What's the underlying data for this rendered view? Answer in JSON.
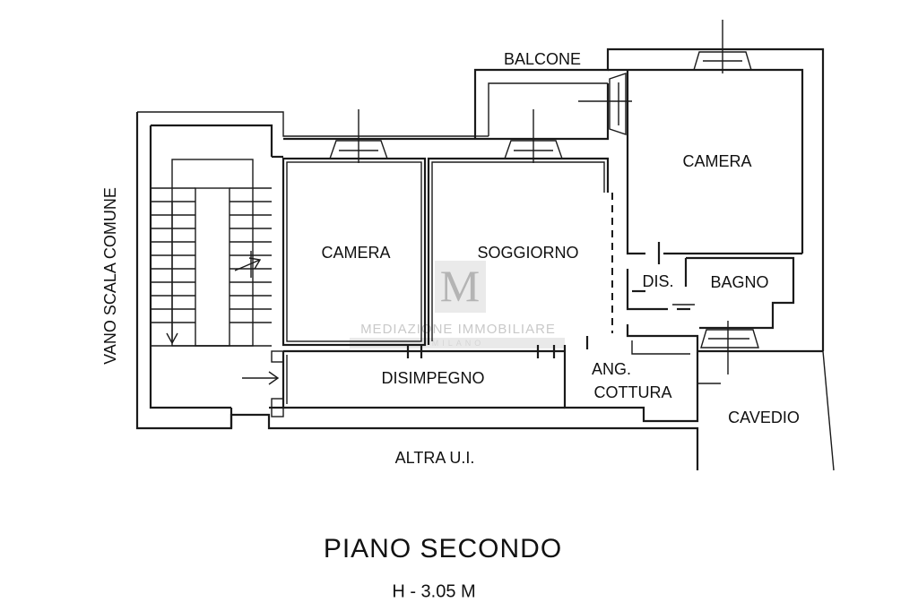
{
  "rooms": {
    "balcone": "BALCONE",
    "camera_left": "CAMERA",
    "soggiorno": "SOGGIORNO",
    "camera_right": "CAMERA",
    "dis": "DIS.",
    "bagno": "BAGNO",
    "disimpegno": "DISIMPEGNO",
    "ang": "ANG.",
    "cottura": "COTTURA",
    "cavedio": "CAVEDIO",
    "altra_ui": "ALTRA U.I.",
    "vano_scala": "VANO SCALA COMUNE"
  },
  "footer": {
    "title": "PIANO SECONDO",
    "height": "H - 3.05 M"
  },
  "watermark": {
    "monogram": "M",
    "text": "MEDIAZIONE IMMOBILIARE",
    "subtext": "MILANO"
  }
}
